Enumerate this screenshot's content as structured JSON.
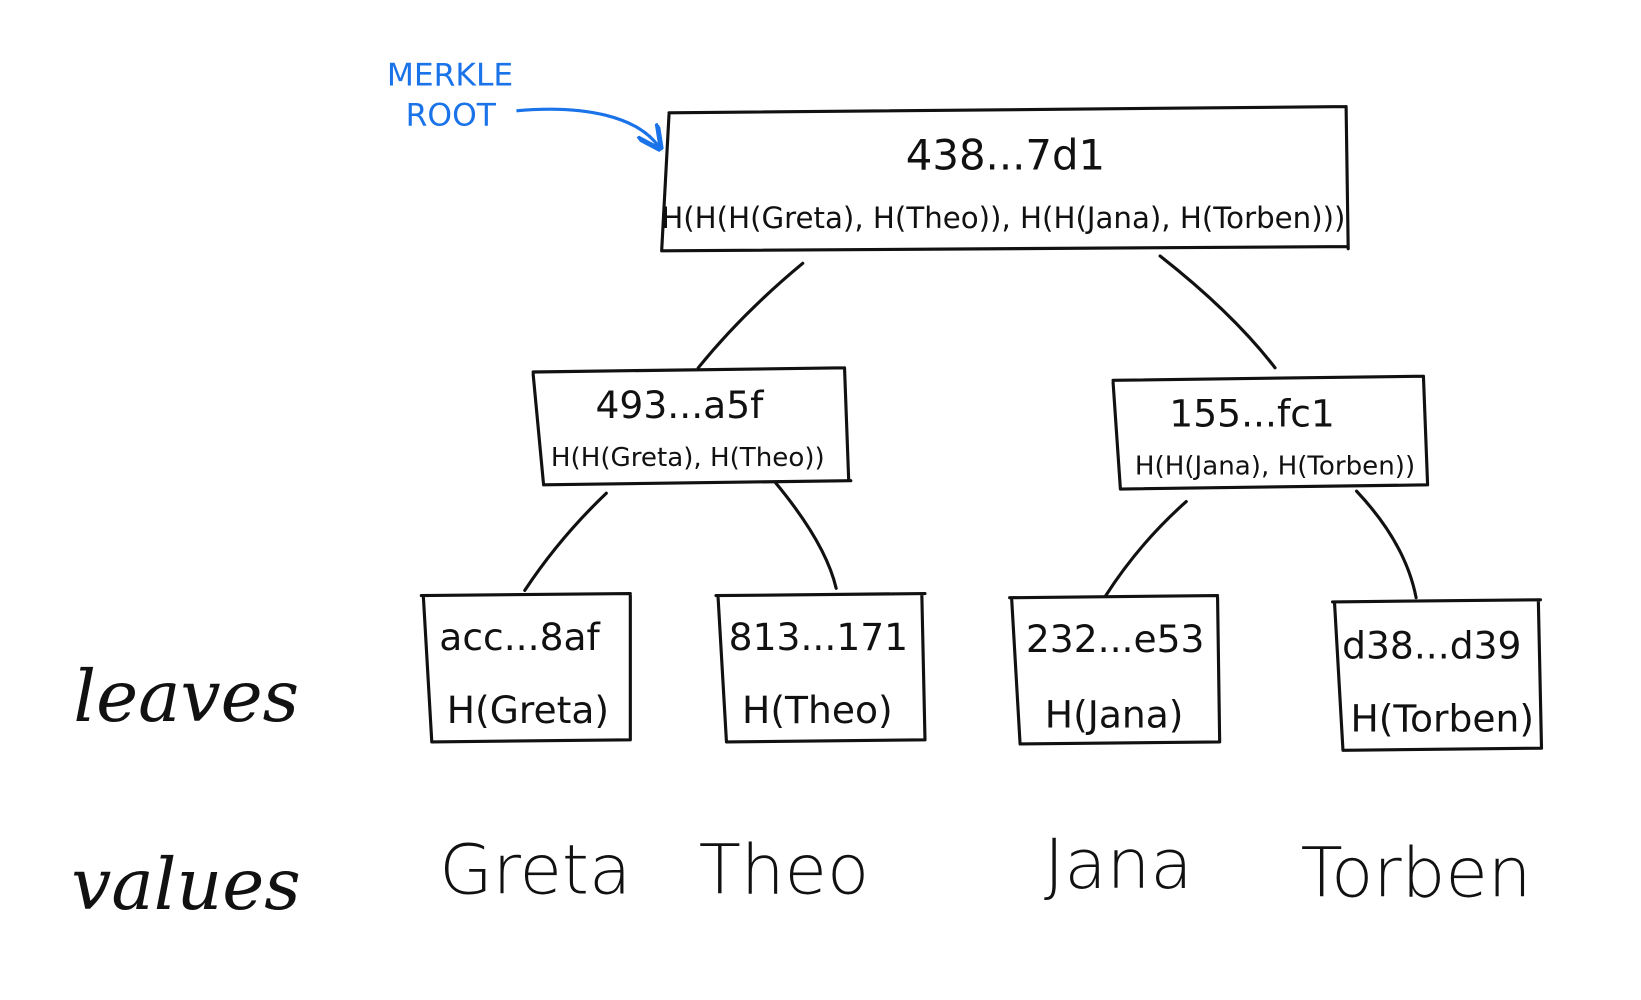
{
  "annotation": {
    "line1": "MERKLE",
    "line2": "ROOT",
    "color": "#1a73e8"
  },
  "root": {
    "hash": "438...7d1",
    "formula": "H(H(H(Greta), H(Theo)), H(H(Jana), H(Torben)))"
  },
  "inner": [
    {
      "hash": "493...a5f",
      "formula": "H(H(Greta), H(Theo))"
    },
    {
      "hash": "155...fc1",
      "formula": "H(H(Jana), H(Torben))"
    }
  ],
  "leaves": [
    {
      "hash": "acc...8af",
      "formula": "H(Greta)"
    },
    {
      "hash": "813...171",
      "formula": "H(Theo)"
    },
    {
      "hash": "232...e53",
      "formula": "H(Jana)"
    },
    {
      "hash": "d38...d39",
      "formula": "H(Torben)"
    }
  ],
  "row_labels": {
    "leaves": "leaves",
    "values": "values"
  },
  "values": [
    "Greta",
    "Theo",
    "Jana",
    "Torben"
  ]
}
